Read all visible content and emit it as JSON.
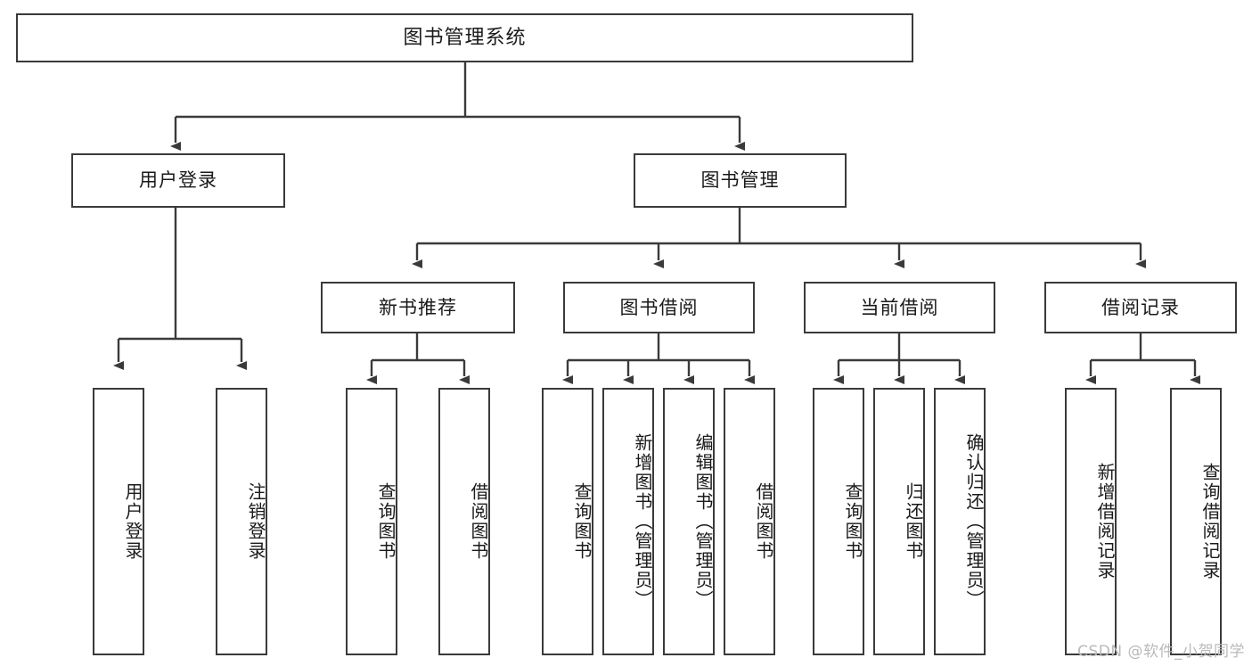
{
  "diagram": {
    "type": "tree",
    "title": "图书管理系统",
    "root": {
      "label": "图书管理系统"
    },
    "level1": [
      {
        "label": "用户登录"
      },
      {
        "label": "图书管理"
      }
    ],
    "level2": [
      {
        "label": "新书推荐",
        "parent": "图书管理"
      },
      {
        "label": "图书借阅",
        "parent": "图书管理"
      },
      {
        "label": "当前借阅",
        "parent": "图书管理"
      },
      {
        "label": "借阅记录",
        "parent": "图书管理"
      }
    ],
    "leaves": [
      {
        "label": "用户登录",
        "parent": "用户登录"
      },
      {
        "label": "注销登录",
        "parent": "用户登录"
      },
      {
        "label": "查询图书",
        "parent": "新书推荐"
      },
      {
        "label": "借阅图书",
        "parent": "新书推荐"
      },
      {
        "label": "查询图书",
        "parent": "图书借阅"
      },
      {
        "label": "新增图书（管理员）",
        "parent": "图书借阅"
      },
      {
        "label": "编辑图书（管理员）",
        "parent": "图书借阅"
      },
      {
        "label": "借阅图书",
        "parent": "图书借阅"
      },
      {
        "label": "查询图书",
        "parent": "当前借阅"
      },
      {
        "label": "归还图书",
        "parent": "当前借阅"
      },
      {
        "label": "确认归还（管理员）",
        "parent": "当前借阅"
      },
      {
        "label": "新增借阅记录",
        "parent": "借阅记录"
      },
      {
        "label": "查询借阅记录",
        "parent": "借阅记录"
      }
    ]
  },
  "watermark": {
    "text": "CSDN @软件_小贺同学"
  },
  "colors": {
    "stroke": "#3a3a3a",
    "box_fill": "#ffffff",
    "text": "#1a1a1a",
    "watermark": "#b9b9b9"
  }
}
